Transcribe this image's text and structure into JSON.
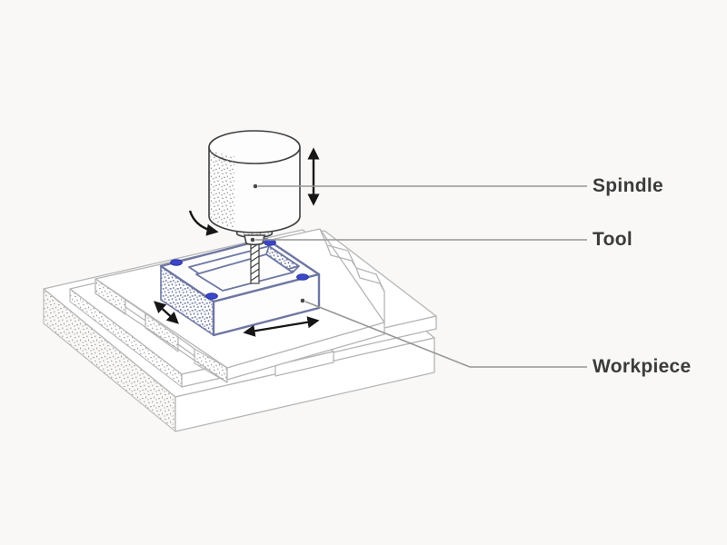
{
  "diagram": {
    "subject": "CNC milling machine isometric line illustration",
    "labels": {
      "spindle": "Spindle",
      "tool": "Tool",
      "workpiece": "Workpiece"
    },
    "parts": [
      "spindle-cylinder",
      "collet-chuck",
      "cutting-tool",
      "workpiece-with-milled-pocket",
      "four-corner-clamp-bolts",
      "machine-table-with-t-slots",
      "machine-base"
    ],
    "motion_arrows": [
      {
        "name": "spindle-vertical-motion-arrow",
        "style": "double-headed-vertical"
      },
      {
        "name": "spindle-rotation-arrow",
        "style": "curved"
      },
      {
        "name": "table-y-axis-motion-arrow",
        "style": "double-headed-diagonal"
      },
      {
        "name": "table-x-axis-motion-arrow",
        "style": "double-headed-horizontal"
      }
    ]
  },
  "colors": {
    "background": "#f9f8f6",
    "bed_line": "#b5b5b5",
    "bed_speck": "#a3a3a3",
    "wp_line": "#6e77a2",
    "wp_speck": "#6e77a2",
    "bolt_fill": "#3a47c9",
    "bolt_edge": "#2c35a3",
    "spindle_line": "#3f3f3f",
    "spindle_speck": "#8a8a8a",
    "tool_hatch": "#3c3c3c",
    "arrow": "#161616",
    "leader": "#969696",
    "leader_dot": "#4a4a4a",
    "label_text": "#3b3b3b"
  }
}
